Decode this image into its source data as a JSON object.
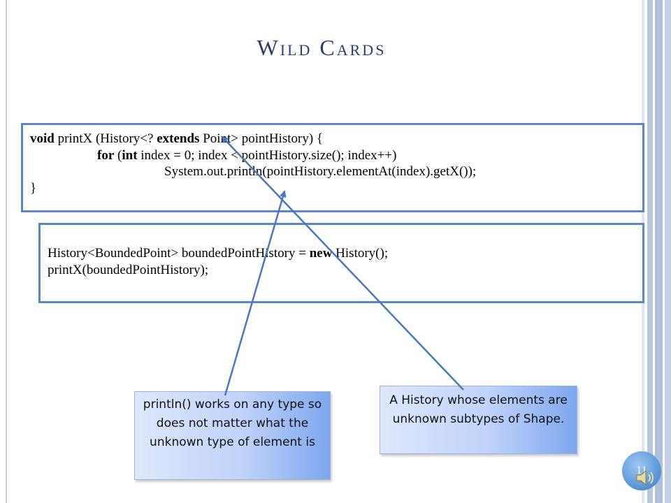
{
  "slide": {
    "title": "Wild Cards",
    "page_number": "11"
  },
  "code_block_1": {
    "line1": {
      "kw1": "void",
      "t1": " printX (History<? ",
      "kw2": "extends",
      "t2": " Point> pointHistory) {"
    },
    "line2": {
      "kw1": "for",
      "t1": " (",
      "kw2": "int",
      "t2": " index = 0; index < pointHistory.size(); index++)"
    },
    "line3": "System.out.println(pointHistory.elementAt(index).getX());",
    "line4": "}"
  },
  "code_block_2": {
    "line1": {
      "t1": "History<BoundedPoint> boundedPointHistory = ",
      "kw1": "new",
      "t2": " History();"
    },
    "line2": "printX(boundedPointHistory);"
  },
  "callouts": {
    "left": "println() works on any type so does not matter what the unknown type of element is",
    "right": "A History whose elements are unknown subtypes of Shape."
  },
  "colors": {
    "title": "#2c3f67",
    "box_border": "#5b88c5",
    "arrow": "#4a78bd"
  },
  "icons": {
    "audio": "speaker-icon"
  }
}
